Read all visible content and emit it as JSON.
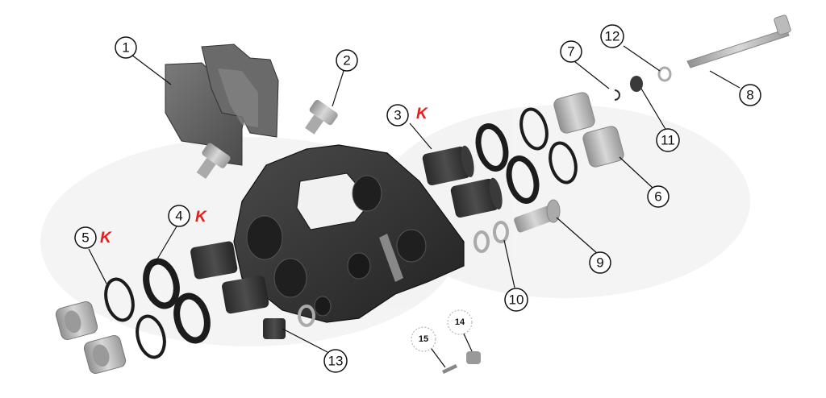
{
  "callouts": [
    {
      "id": "1",
      "label": "1"
    },
    {
      "id": "2",
      "label": "2"
    },
    {
      "id": "3",
      "label": "3",
      "mark": "K"
    },
    {
      "id": "4",
      "label": "4",
      "mark": "K"
    },
    {
      "id": "5",
      "label": "5",
      "mark": "K"
    },
    {
      "id": "6",
      "label": "6"
    },
    {
      "id": "7",
      "label": "7"
    },
    {
      "id": "8",
      "label": "8"
    },
    {
      "id": "9",
      "label": "9"
    },
    {
      "id": "10",
      "label": "10"
    },
    {
      "id": "11",
      "label": "11"
    },
    {
      "id": "12",
      "label": "12"
    },
    {
      "id": "13",
      "label": "13"
    },
    {
      "id": "14",
      "label": "14"
    },
    {
      "id": "15",
      "label": "15"
    }
  ],
  "colors": {
    "part_dark": "#2a2a2a",
    "part_mid": "#3c3c3c",
    "part_light": "#b9b9b9",
    "seal": "#1c1c1c",
    "mark": "#e0201c"
  }
}
